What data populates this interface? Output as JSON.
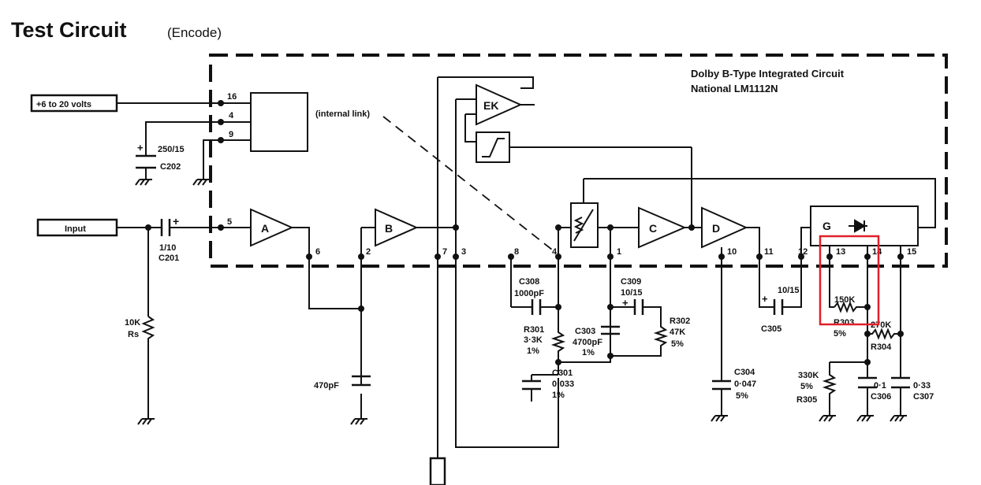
{
  "title": {
    "main": "Test Circuit",
    "sub": "(Encode)"
  },
  "ic": {
    "line1": "Dolby B-Type Integrated Circuit",
    "line2": "National LM1112N"
  },
  "supply_label": "+6 to 20 volts",
  "input_label": "Input",
  "internal_link": "(internal link)",
  "blocks": {
    "a": "A",
    "b": "B",
    "c": "C",
    "d": "D",
    "ek": "EK",
    "g": "G"
  },
  "pins": {
    "p16": "16",
    "p4a": "4",
    "p9": "9",
    "p5": "5",
    "p6": "6",
    "p2": "2",
    "p7": "7",
    "p3": "3",
    "p8": "8",
    "p4": "4",
    "p1": "1",
    "p10": "10",
    "p11": "11",
    "p12": "12",
    "p13": "13",
    "p14": "14",
    "p15": "15"
  },
  "components": {
    "c202_val": "250/15",
    "c202_ref": "C202",
    "c201_val": "1/10",
    "c201_ref": "C201",
    "rs_val": "10K",
    "rs_ref": "Rs",
    "c_470": "470pF",
    "c308_ref": "C308",
    "c308_val": "1000pF",
    "c309_ref": "C309",
    "c309_val": "10/15",
    "r301_ref": "R301",
    "r301_val": "3·3K",
    "r301_tol": "1%",
    "c303_ref": "C303",
    "c303_val": "4700pF",
    "c303_tol": "1%",
    "r302_ref": "R302",
    "r302_val": "47K",
    "r302_tol": "5%",
    "c301_ref": "C301",
    "c301_val": "0·033",
    "c301_tol": "1%",
    "c304_ref": "C304",
    "c304_val": "0·047",
    "c304_tol": "5%",
    "c305_val": "10/15",
    "c305_ref": "C305",
    "r303_val": "150K",
    "r303_ref": "R303",
    "r303_tol": "5%",
    "r304_val": "270K",
    "r304_ref": "R304",
    "r305_val": "330K",
    "r305_tol": "5%",
    "r305_ref": "R305",
    "c306_val": "0·1",
    "c306_ref": "C306",
    "c307_val": "0·33",
    "c307_ref": "C307"
  },
  "highlight_color": "#e0202a"
}
